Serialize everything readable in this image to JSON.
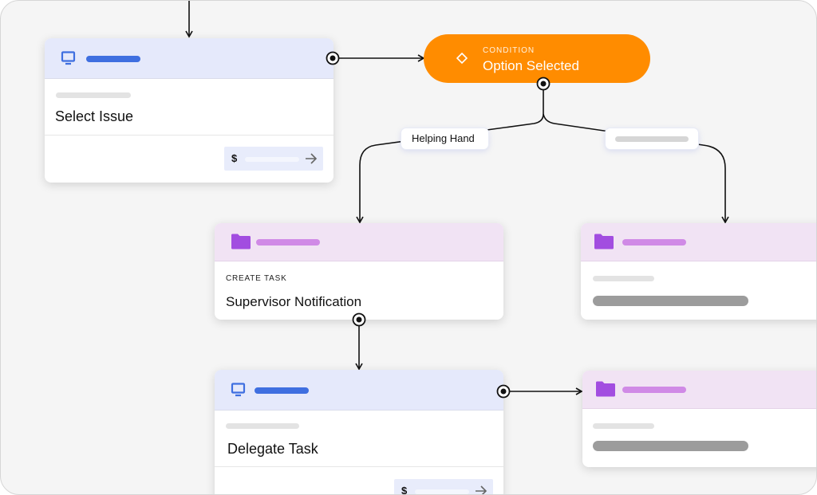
{
  "nodes": {
    "select_issue": {
      "title": "Select Issue",
      "currency": "$"
    },
    "condition": {
      "label": "CONDITION",
      "title": "Option Selected"
    },
    "supervisor": {
      "eyebrow": "CREATE TASK",
      "title": "Supervisor Notification"
    },
    "delegate": {
      "title": "Delegate Task",
      "currency": "$"
    }
  },
  "branches": {
    "left_label": "Helping Hand",
    "right_label": ""
  },
  "icons": {
    "screen": "monitor-icon",
    "folder": "folder-icon",
    "diamond": "diamond-icon",
    "arrow": "arrow-right-icon"
  },
  "colors": {
    "accent_blue": "#3f6fe0",
    "accent_purple": "#a24de0",
    "condition_orange": "#ff8c00"
  }
}
